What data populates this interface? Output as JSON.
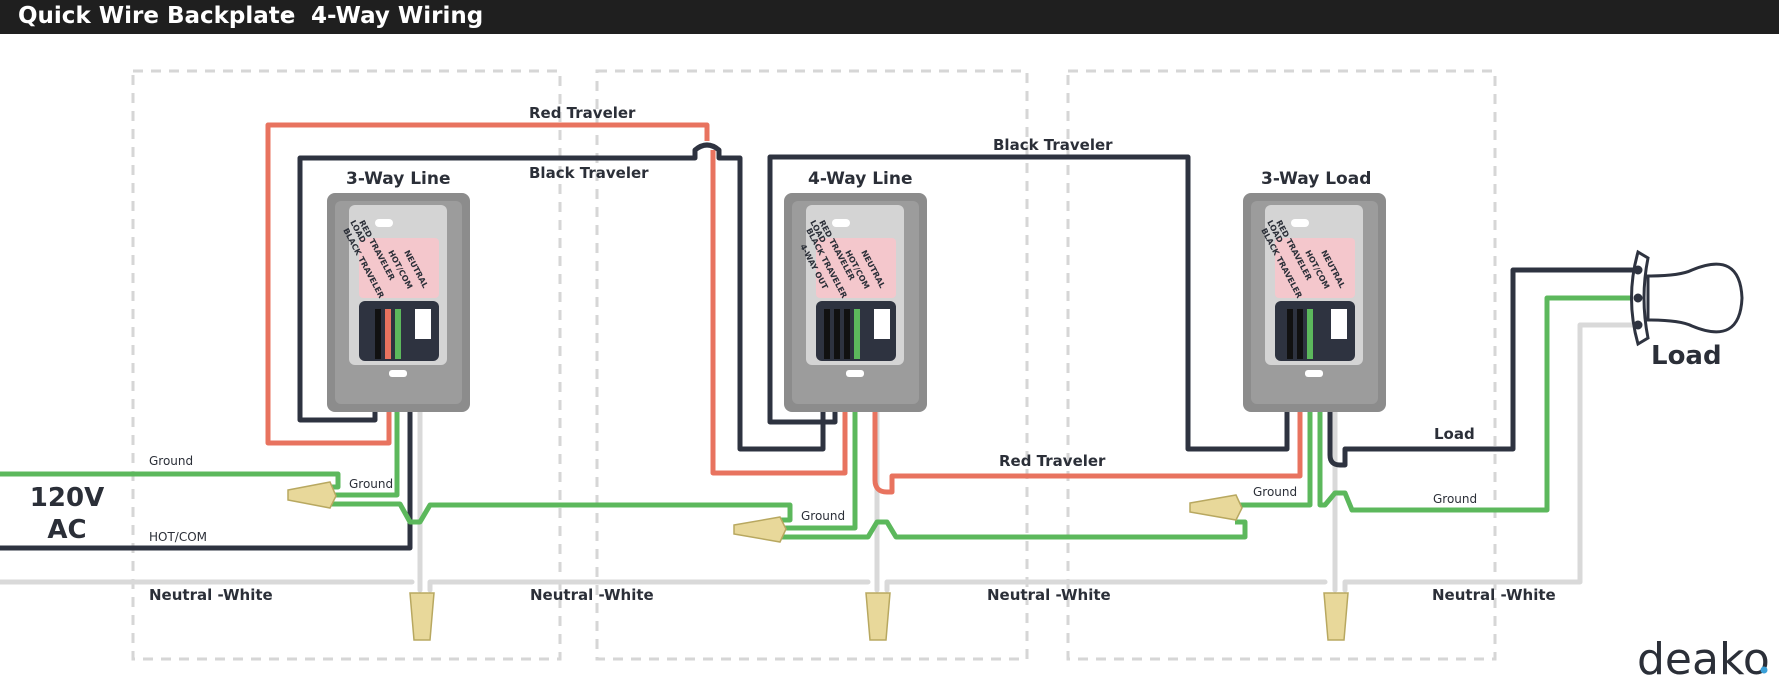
{
  "title": {
    "product": "Quick Wire Backplate",
    "separator": "-",
    "subtitle": "4-Way Wiring"
  },
  "switches": [
    {
      "name": "3-Way Line",
      "terminals": [
        "LOAD",
        "RED TRAVELER",
        "BLACK TRAVELER",
        "HOT/COM",
        "NEUTRAL"
      ]
    },
    {
      "name": "4-Way Line",
      "terminals": [
        "LOAD",
        "RED TRAVELER",
        "BLACK TRAVELER",
        "4-WAY OUT",
        "HOT/COM",
        "NEUTRAL"
      ]
    },
    {
      "name": "3-Way Load",
      "terminals": [
        "LOAD",
        "RED TRAVELER",
        "BLACK TRAVELER",
        "HOT/COM",
        "NEUTRAL"
      ]
    }
  ],
  "wire_labels": {
    "red_traveler": "Red Traveler",
    "black_traveler": "Black Traveler",
    "ground": "Ground",
    "hot_com": "HOT/COM",
    "neutral": "Neutral -White",
    "load": "Load"
  },
  "power_source": {
    "line1": "120V",
    "line2": "AC"
  },
  "fixture_label": "Load",
  "brand": "deako",
  "colors": {
    "red": "#e8735f",
    "black": "#2e3340",
    "green": "#5cb85c",
    "white_wire": "#d9d9d9",
    "wire_nut": "#e8d89a",
    "switch_body": "#8c8c8c",
    "accent_pink": "#f4c7cc",
    "title_bar": "#1f1f1f"
  },
  "icons": [
    "wire-nut-icon",
    "light-bulb-icon",
    "switch-backplate-icon"
  ]
}
